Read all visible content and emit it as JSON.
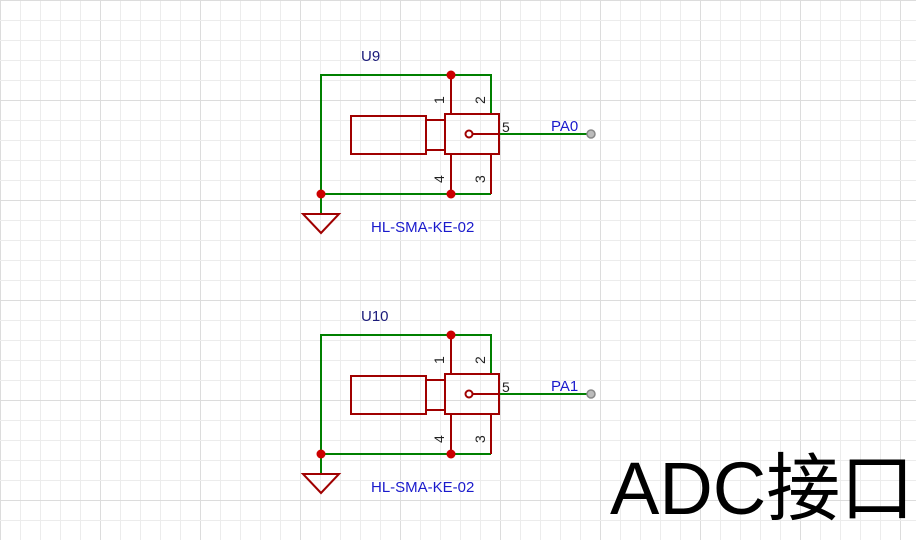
{
  "title": "ADC接口",
  "components": [
    {
      "ref": "U9",
      "value": "HL-SMA-KE-02",
      "pins": [
        "1",
        "2",
        "3",
        "4",
        "5"
      ],
      "net": "PA0"
    },
    {
      "ref": "U10",
      "value": "HL-SMA-KE-02",
      "pins": [
        "1",
        "2",
        "3",
        "4",
        "5"
      ],
      "net": "PA1"
    }
  ],
  "colors": {
    "wire": "#008000",
    "symbol": "#a00000",
    "junction": "#cc0000",
    "grid": "#e6e6e6",
    "net_label": "#1a1acc"
  }
}
